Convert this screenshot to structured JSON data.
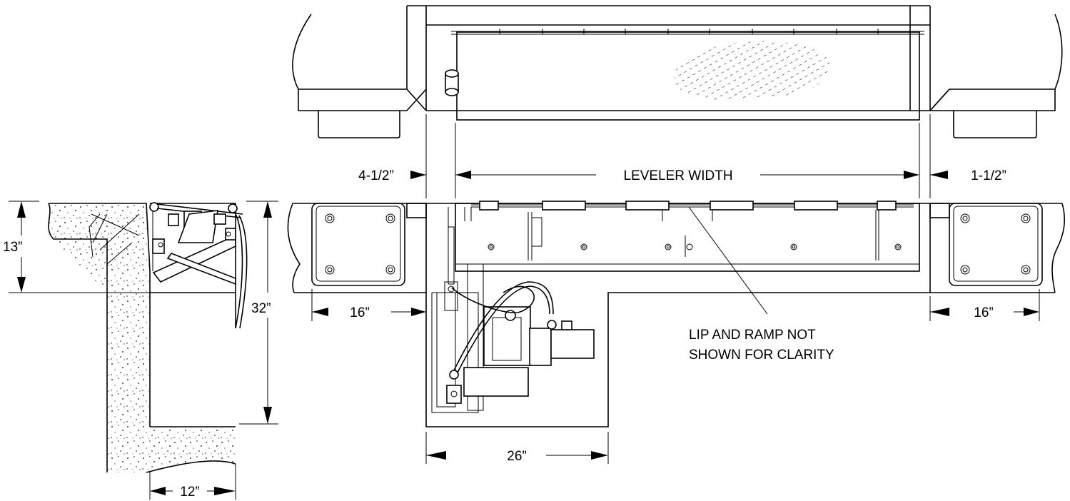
{
  "labels": {
    "leveler_width": "LEVELER WIDTH",
    "dim_4_5": "4-1/2”",
    "dim_1_5": "1-1/2”",
    "dim_13": "13”",
    "dim_32": "32”",
    "dim_16_left": "16”",
    "dim_16_right": "16”",
    "dim_26": "26”",
    "dim_12": "12”",
    "note_line1": "LIP AND RAMP NOT",
    "note_line2": "SHOWN FOR CLARITY"
  }
}
